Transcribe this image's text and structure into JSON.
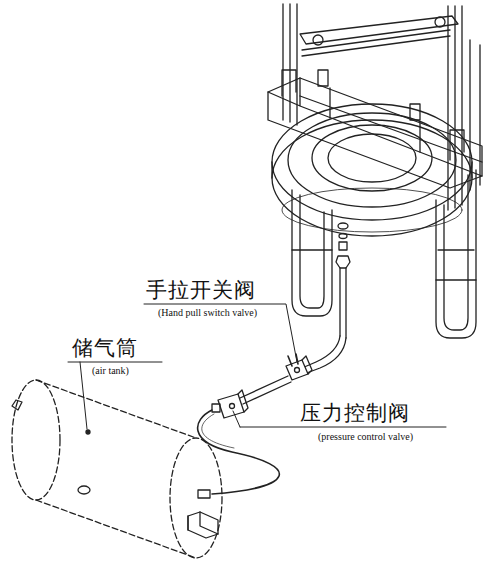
{
  "diagram": {
    "labels": [
      "手拉开关阀",
      "(Hand pull switch valve)",
      "储气筒",
      "(air tank)",
      "压力控制阀",
      "(pressure control valve)"
    ]
  }
}
